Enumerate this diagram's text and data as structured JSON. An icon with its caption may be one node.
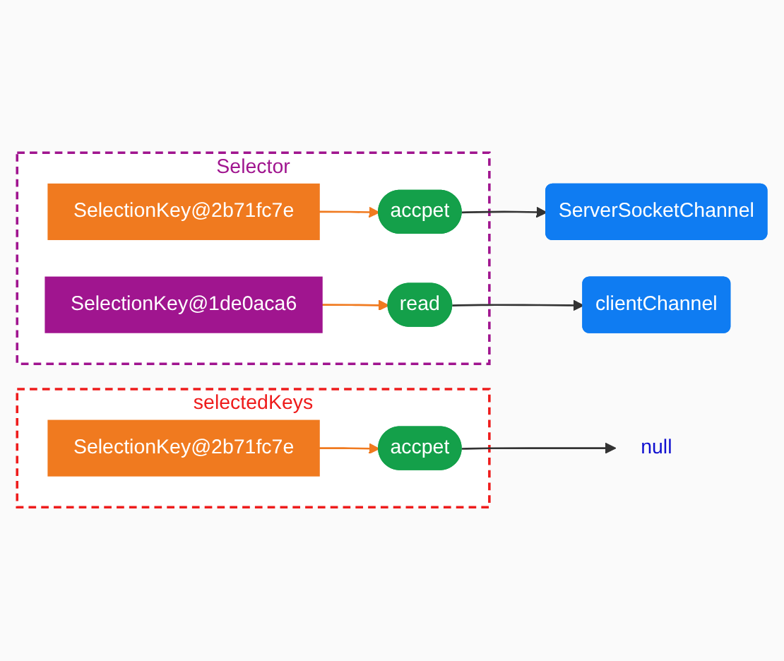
{
  "diagram": {
    "nodes": [
      {
        "text": [
          "Selector"
        ]
      },
      {
        "text": [
          "SelectionKey@2b71fc7e"
        ],
        "in": 0
      },
      {
        "text": [
          "accpet"
        ],
        "in": 0
      },
      {
        "text": [
          "SelectionKey@1de0aca6"
        ],
        "in": 0
      },
      {
        "text": [
          "read"
        ],
        "in": 0
      },
      {
        "text": [
          "ServerSocketChannel"
        ]
      },
      {
        "text": [
          "clientChannel"
        ]
      },
      {
        "text": [
          "selectedKeys"
        ]
      },
      {
        "text": [
          "SelectionKey@2b71fc7e"
        ],
        "in": 7
      },
      {
        "text": [
          "accpet"
        ],
        "in": 7
      },
      {
        "text": [
          "null"
        ]
      }
    ],
    "edges": [
      {
        "from": 1,
        "to": 2,
        "arrow": "to",
        "color": "#f07a1f"
      },
      {
        "from": 2,
        "to": 5,
        "arrow": "to",
        "color": "#333333"
      },
      {
        "from": 3,
        "to": 4,
        "arrow": "to",
        "color": "#f07a1f"
      },
      {
        "from": 4,
        "to": 6,
        "arrow": "to",
        "color": "#333333"
      },
      {
        "from": 8,
        "to": 9,
        "arrow": "to",
        "color": "#f07a1f"
      },
      {
        "from": 9,
        "to": 10,
        "arrow": "to",
        "color": "#333333"
      }
    ]
  }
}
